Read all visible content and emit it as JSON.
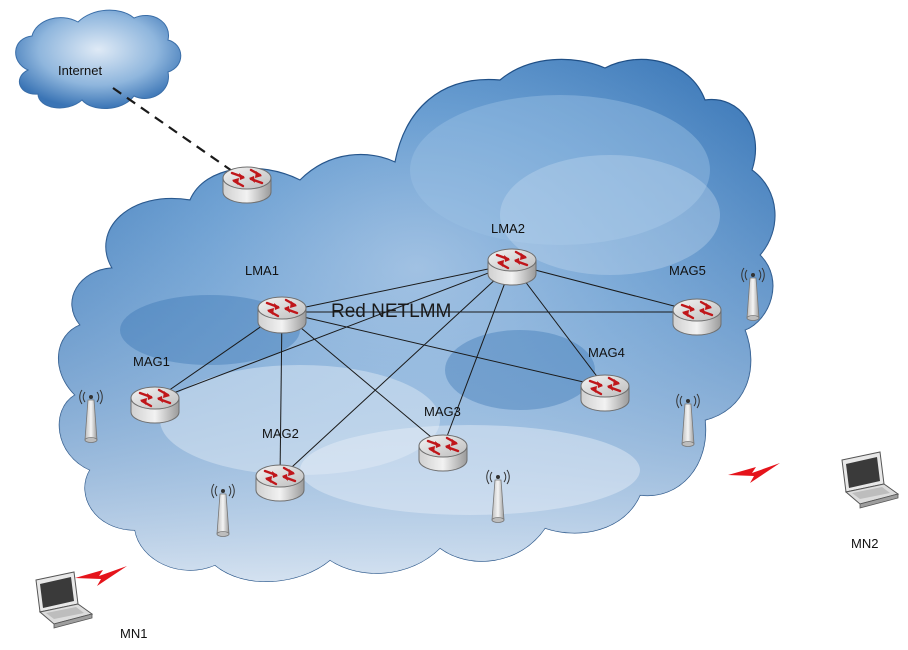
{
  "title": "Red NETLMM",
  "internet_label": "Internet",
  "nodes": {
    "lma1": "LMA1",
    "lma2": "LMA2",
    "mag1": "MAG1",
    "mag2": "MAG2",
    "mag3": "MAG3",
    "mag4": "MAG4",
    "mag5": "MAG5"
  },
  "mobile_nodes": {
    "mn1": "MN1",
    "mn2": "MN2"
  },
  "colors": {
    "cloud_dark": "#3f7ec0",
    "cloud_light": "#c8d9ec",
    "router_body": "#d9d9d9",
    "arrow": "#c0161a",
    "wireless_bolt": "#e5141b"
  },
  "icons": [
    "cloud-icon",
    "router-icon",
    "antenna-icon",
    "laptop-icon",
    "wireless-bolt-icon"
  ]
}
